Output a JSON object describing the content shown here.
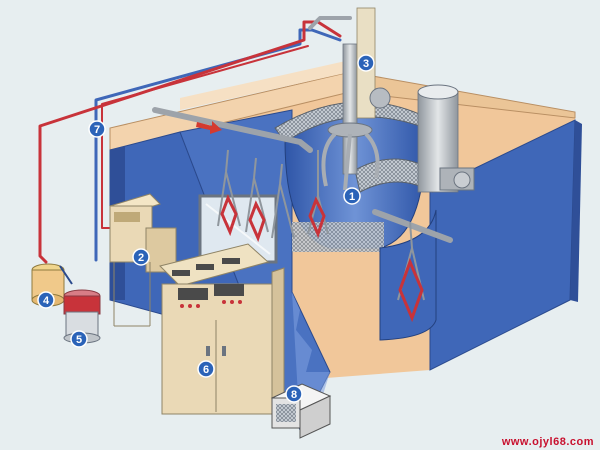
{
  "diagram": {
    "callouts": [
      {
        "id": "c1",
        "label": "1"
      },
      {
        "id": "c2",
        "label": "2"
      },
      {
        "id": "c3",
        "label": "3"
      },
      {
        "id": "c4",
        "label": "4"
      },
      {
        "id": "c5",
        "label": "5"
      },
      {
        "id": "c6",
        "label": "6"
      },
      {
        "id": "c7",
        "label": "7"
      },
      {
        "id": "c8",
        "label": "8"
      }
    ],
    "colors": {
      "background": "#e7eef0",
      "wall_blue": "#3f67b8",
      "wall_blue_dark": "#2f4f98",
      "floor_peach": "#f1c79a",
      "metal_gray": "#b7bcc2",
      "pipe_red": "#c8333a",
      "callout_blue": "#2b63b8",
      "cabinet": "#ead9b6"
    }
  },
  "watermark": "www.ojyl68.com"
}
